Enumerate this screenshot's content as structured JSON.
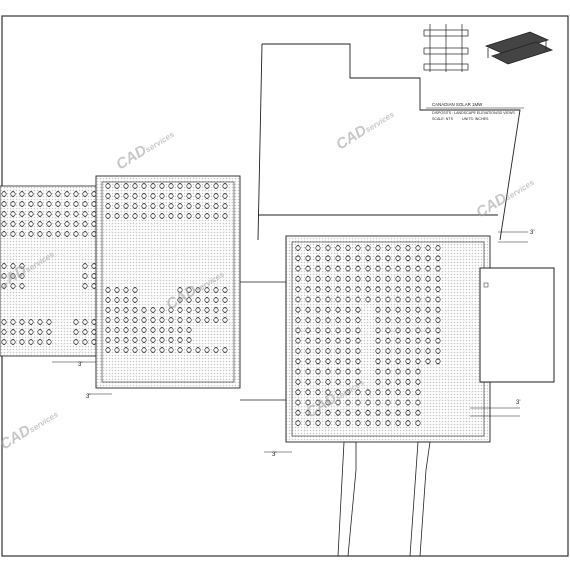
{
  "title_block": {
    "line1": "CANADIAN SOLAR 1MW",
    "line2": "DISPOSITS : LANDSCAPE ELEVATION/3D VIEWS",
    "line3_left": "SCALE: NTS",
    "line3_right": "UNITS: INCHES"
  },
  "dimensions": {
    "d1": "3'",
    "d2": "3'",
    "d3": "3'",
    "d4": "3'",
    "d5": "3'"
  },
  "watermark": {
    "brand": "CAD",
    "suffix": "services"
  },
  "colors": {
    "line": "#1a1a1a",
    "hatch": "#bdbdbd",
    "watermark": "#9a9a9a",
    "frame": "#333333"
  }
}
